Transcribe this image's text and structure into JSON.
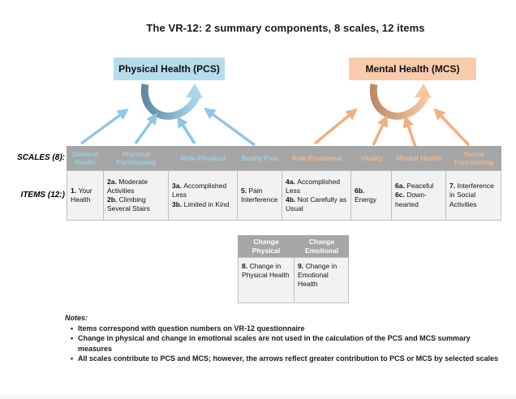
{
  "title": "The VR-12: 2 summary components, 8 scales, 12 items",
  "summary_components": {
    "pcs": {
      "label": "Physical Health (PCS)"
    },
    "mcs": {
      "label": "Mental Health (MCS)"
    }
  },
  "row_labels": {
    "scales": "SCALES (8):",
    "items": "ITEMS (12:)"
  },
  "scales_table": {
    "columns": [
      {
        "id": "general-health",
        "scale": "General Health",
        "component": "pcs",
        "items": [
          {
            "num": "1.",
            "text": "Your Health"
          }
        ]
      },
      {
        "id": "physical-functioning",
        "scale": "Physical Functioning",
        "component": "pcs",
        "items": [
          {
            "num": "2a.",
            "text": "Moderate Activities"
          },
          {
            "num": "2b.",
            "text": "Climbing Several Stairs"
          }
        ]
      },
      {
        "id": "role-physical",
        "scale": "Role-Physical",
        "component": "pcs",
        "items": [
          {
            "num": "3a.",
            "text": "Accomplished Less"
          },
          {
            "num": "3b.",
            "text": "Limited in Kind"
          }
        ]
      },
      {
        "id": "bodily-pain",
        "scale": "Bodily Pain",
        "component": "pcs",
        "items": [
          {
            "num": "5.",
            "text": "Pain Interference"
          }
        ]
      },
      {
        "id": "role-emotional",
        "scale": "Role-Emotional",
        "component": "mcs",
        "items": [
          {
            "num": "4a.",
            "text": "Accomplished Less"
          },
          {
            "num": "4b.",
            "text": "Not Carefully as Usual"
          }
        ]
      },
      {
        "id": "vitality",
        "scale": "Vitality",
        "component": "mcs",
        "items": [
          {
            "num": "6b.",
            "text": "Energy"
          }
        ]
      },
      {
        "id": "mental-health",
        "scale": "Mental Health",
        "component": "mcs",
        "items": [
          {
            "num": "6a.",
            "text": "Peaceful"
          },
          {
            "num": "6c.",
            "text": "Down-hearted"
          }
        ]
      },
      {
        "id": "social-functioning",
        "scale": "Social Functioning",
        "component": "mcs",
        "items": [
          {
            "num": "7.",
            "text": "Interference in Social Activities"
          }
        ]
      }
    ]
  },
  "change_table": {
    "columns": [
      {
        "id": "change-physical",
        "header": "Change Physical",
        "items": [
          {
            "num": "8.",
            "text": "Change in Physical Health"
          }
        ]
      },
      {
        "id": "change-emotional",
        "header": "Change Emotional",
        "items": [
          {
            "num": "9.",
            "text": "Change in Emotional Health"
          }
        ]
      }
    ]
  },
  "notes": {
    "label": "Notes:",
    "bullets": [
      "Items correspond with question numbers on VR-12 questionnaire",
      "Change in physical and change in emotional scales are not used in the calculation of the PCS and MCS summary measures",
      "All scales contribute to PCS and MCS; however, the arrows reflect greater contribution to PCS or MCS by selected scales"
    ]
  },
  "colors": {
    "pcs_box_fill": "#b5dcea",
    "mcs_box_fill": "#f8cbad",
    "pcs_arrow": "#8ec7e8",
    "mcs_arrow": "#f4ae80",
    "pcs_curve_dark": "#5f8aa3",
    "pcs_curve_light": "#a9d6ef",
    "mcs_curve_dark": "#bd8a67",
    "mcs_curve_light": "#f7c8a2",
    "table_header_bg": "#a6a6a6",
    "scale_header_text_pcs": "#9fcfe8",
    "scale_header_text_mcs": "#f3b78d",
    "cell_bg": "#f2f2f2",
    "cell_border": "#bfbfbf"
  }
}
